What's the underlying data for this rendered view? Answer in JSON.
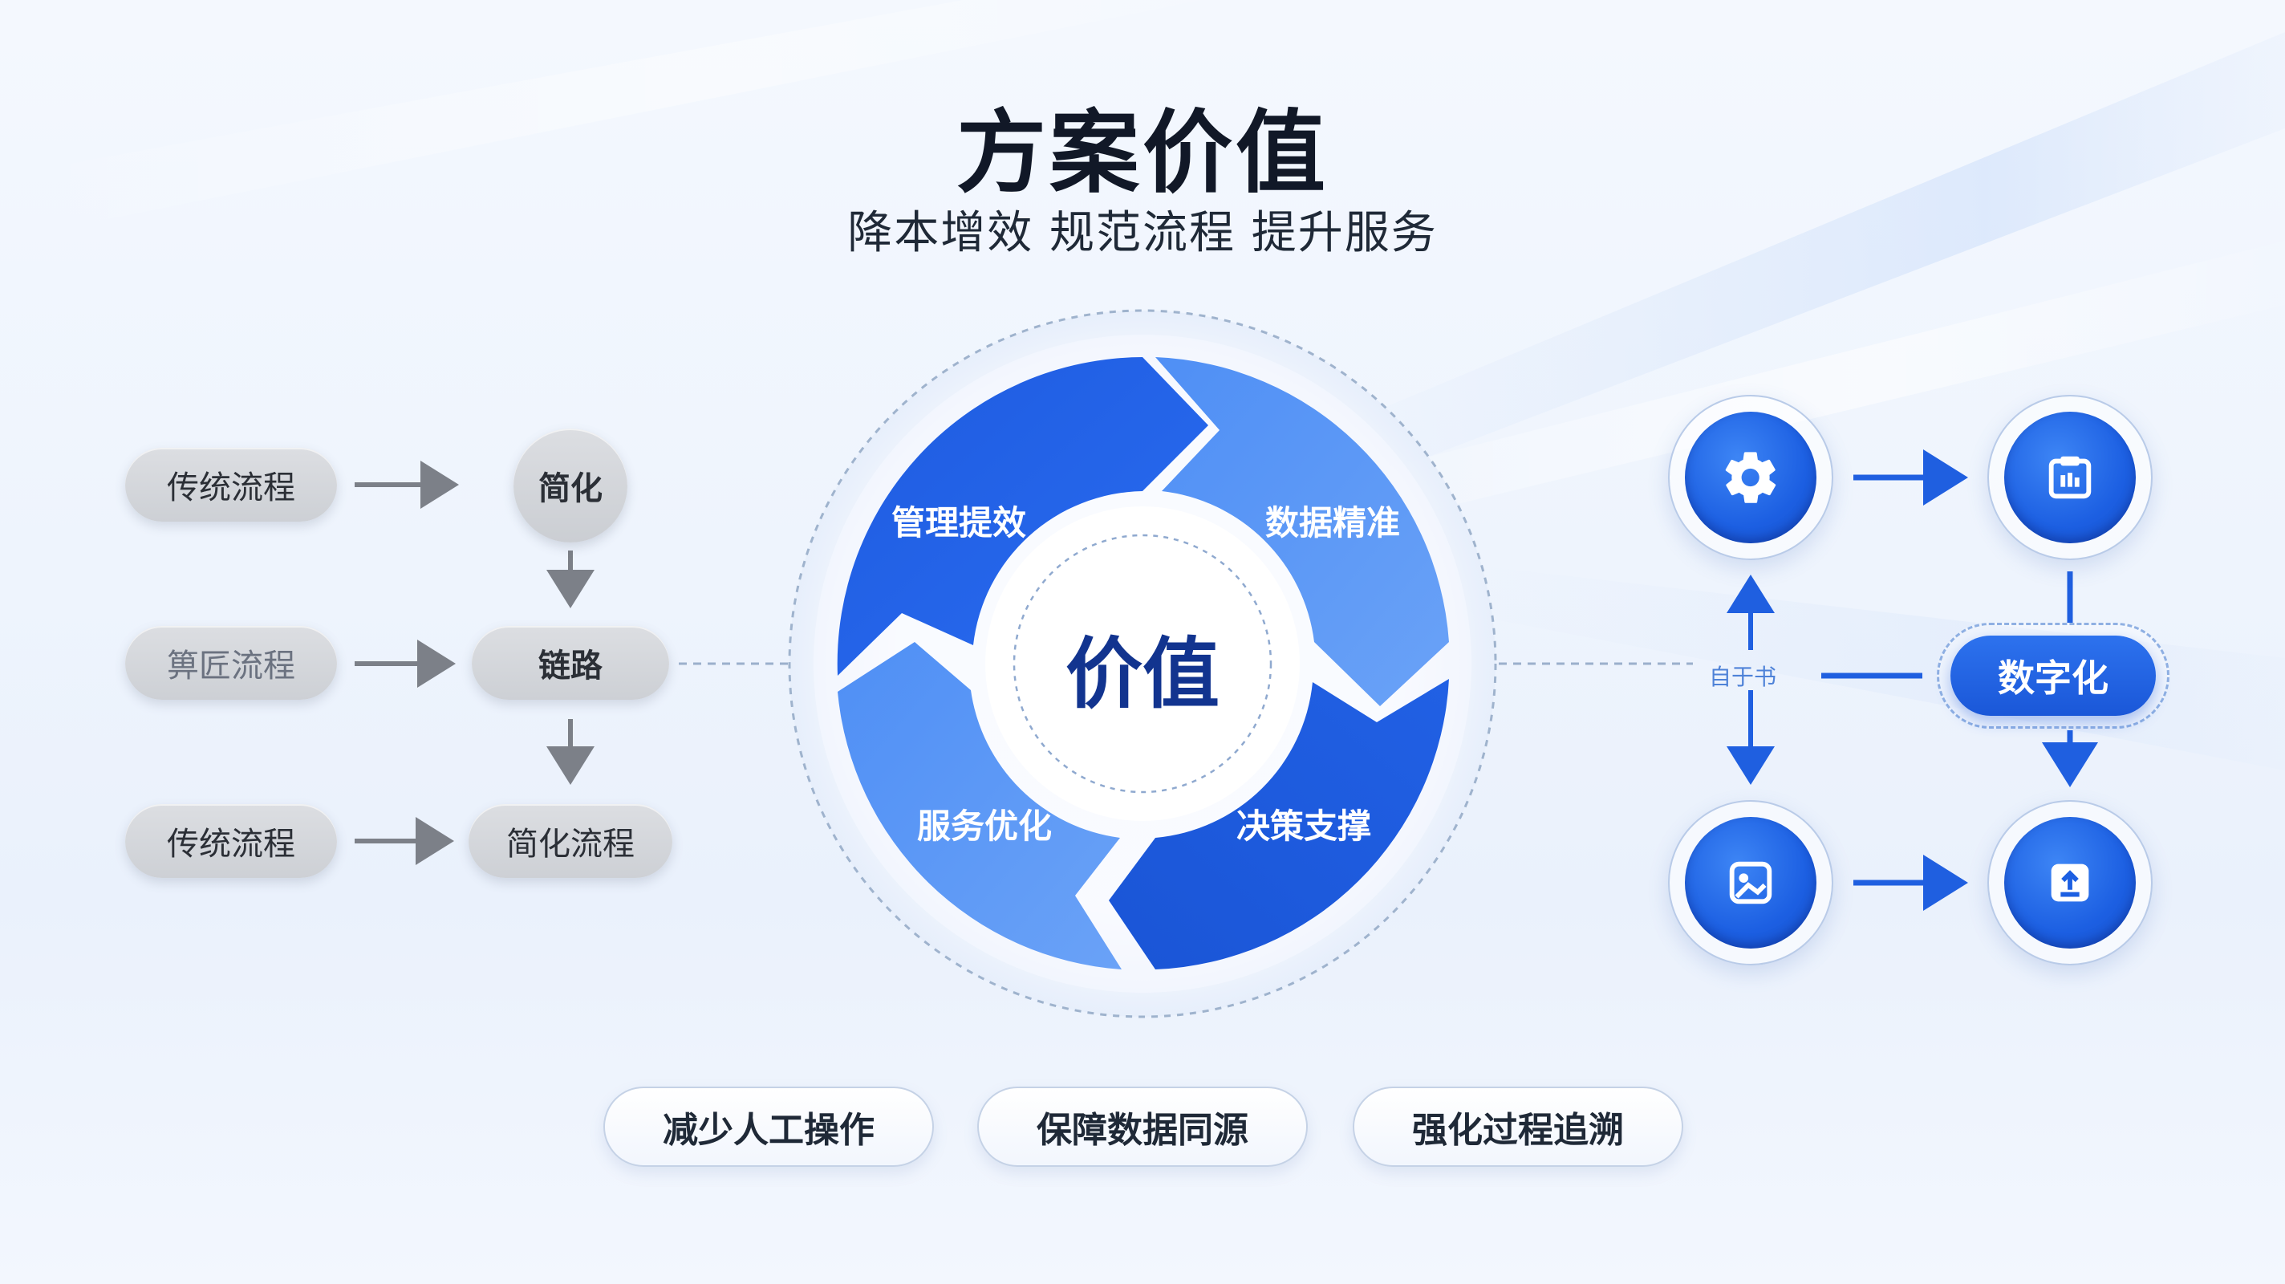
{
  "title": "方案价值",
  "subtitle": "降本增效 规范流程 提升服务",
  "left_flow": {
    "row1_source": "传统流程",
    "row1_target": "简化",
    "row2_source": "箅匠流程",
    "row2_target": "链路",
    "row3_source": "传统流程",
    "row3_target": "简化流程"
  },
  "cycle": {
    "center": "价值",
    "segments": [
      "管理提效",
      "数据精准",
      "决策支撑",
      "服务优化"
    ]
  },
  "right_flow": {
    "hub_label": "数字化",
    "small_label": "自于书",
    "icons": [
      "gear-icon",
      "clipboard-icon",
      "image-icon",
      "upload-box-icon"
    ]
  },
  "benefits": [
    "减少人工操作",
    "保障数据同源",
    "强化过程追溯"
  ],
  "colors": {
    "primary_blue": "#1f5fe0",
    "light_blue": "#5b96f4",
    "gray_pill": "#d3d6db"
  }
}
